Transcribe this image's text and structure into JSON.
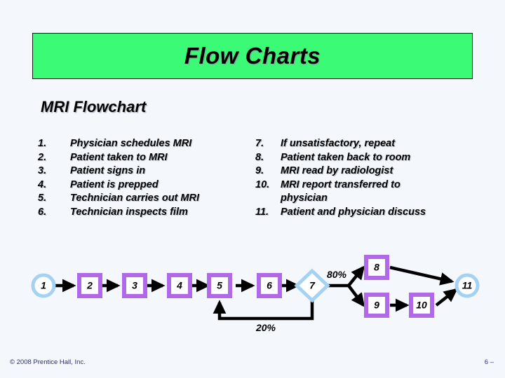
{
  "slide": {
    "background_color": "#f4f8fd",
    "title": "Flow Charts",
    "title_bar_color": "#3bfb76",
    "subtitle": "MRI Flowchart"
  },
  "steps": {
    "left": [
      {
        "num": "1.",
        "label": "Physician schedules MRI"
      },
      {
        "num": "2.",
        "label": "Patient taken to MRI"
      },
      {
        "num": "3.",
        "label": "Patient signs in"
      },
      {
        "num": "4.",
        "label": "Patient is prepped"
      },
      {
        "num": "5.",
        "label": "Technician carries out MRI"
      },
      {
        "num": "6.",
        "label": "Technician inspects film"
      }
    ],
    "right": [
      {
        "num": "7.",
        "label": "If unsatisfactory, repeat"
      },
      {
        "num": "8.",
        "label": "Patient taken back to room"
      },
      {
        "num": "9.",
        "label": "MRI read by radiologist"
      },
      {
        "num": "10.",
        "label": "MRI report transferred to"
      },
      {
        "num": "",
        "label": "physician",
        "continuation": true
      },
      {
        "num": "11.",
        "label": "Patient and physician discuss"
      }
    ]
  },
  "flowchart": {
    "node_box_border_color": "#b069e8",
    "node_round_border_color": "#a5d2f2",
    "connector_color": "#000000",
    "nodes": [
      {
        "id": "n1",
        "label": "1",
        "shape": "circle"
      },
      {
        "id": "n2",
        "label": "2",
        "shape": "rect"
      },
      {
        "id": "n3",
        "label": "3",
        "shape": "rect"
      },
      {
        "id": "n4",
        "label": "4",
        "shape": "rect"
      },
      {
        "id": "n5",
        "label": "5",
        "shape": "rect"
      },
      {
        "id": "n6",
        "label": "6",
        "shape": "rect"
      },
      {
        "id": "n7",
        "label": "7",
        "shape": "diamond"
      },
      {
        "id": "n8",
        "label": "8",
        "shape": "rect"
      },
      {
        "id": "n9",
        "label": "9",
        "shape": "rect"
      },
      {
        "id": "n10",
        "label": "10",
        "shape": "rect"
      },
      {
        "id": "n11",
        "label": "11",
        "shape": "circle"
      }
    ],
    "edge_labels": {
      "branch_yes": "80%",
      "branch_loop": "20%"
    }
  },
  "footer": {
    "copyright": "© 2008 Prentice Hall, Inc.",
    "page": "6 –"
  }
}
